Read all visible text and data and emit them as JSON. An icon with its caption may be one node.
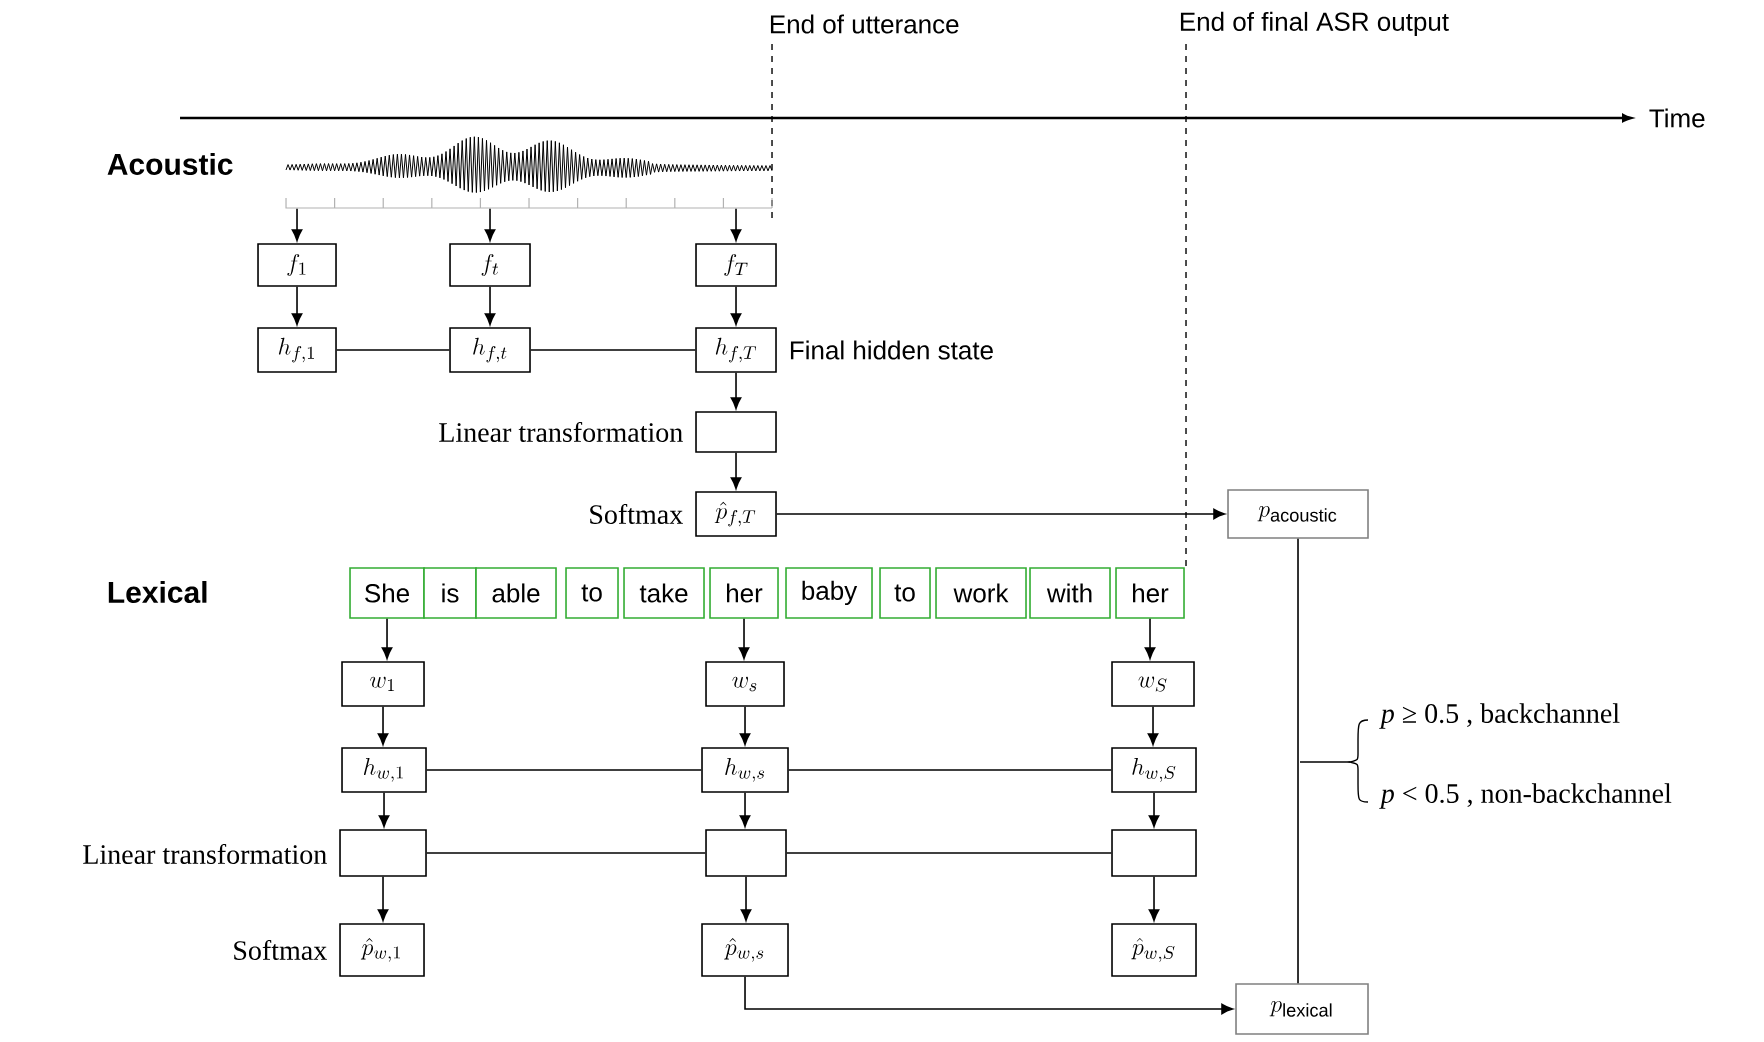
{
  "diagram": {
    "nodes": [
      {
        "text": [],
        "shape": "picture"
      },
      {
        "text": [
          "f_1"
        ]
      },
      {
        "text": [
          "f_t"
        ]
      },
      {
        "text": [
          "f_T"
        ]
      },
      {
        "text": [
          "h_{f,1}"
        ]
      },
      {
        "text": [
          "h_{f,t}"
        ]
      },
      {
        "text": [
          "h_{f,T}"
        ],
        "beside": [
          "Final hidden  state"
        ]
      },
      {
        "text": [],
        "shape": "box",
        "beside": [
          "Linear transformation"
        ]
      },
      {
        "text": [
          "\\hat{p}_{f,T}"
        ],
        "beside": [
          "Softmax"
        ]
      },
      {
        "text": [
          "p_{\\mathrm{acoustic}}"
        ]
      },
      {
        "text": [
          "She"
        ]
      },
      {
        "text": [
          "is"
        ]
      },
      {
        "text": [
          "able"
        ]
      },
      {
        "text": [
          "to"
        ]
      },
      {
        "text": [
          "take"
        ]
      },
      {
        "text": [
          "her"
        ]
      },
      {
        "text": [
          "baby"
        ]
      },
      {
        "text": [
          "to"
        ]
      },
      {
        "text": [
          "work"
        ]
      },
      {
        "text": [
          "with"
        ]
      },
      {
        "text": [
          "her"
        ]
      },
      {
        "text": [
          "w_1"
        ]
      },
      {
        "text": [
          "w_s"
        ]
      },
      {
        "text": [
          "w_S"
        ]
      },
      {
        "text": [
          "h_{w,1}"
        ]
      },
      {
        "text": [
          "h_{w,s}"
        ]
      },
      {
        "text": [
          "h_{w,S}"
        ]
      },
      {
        "text": [],
        "shape": "box",
        "beside": [
          "Linear transformation"
        ]
      },
      {
        "text": [],
        "shape": "box"
      },
      {
        "text": [],
        "shape": "box"
      },
      {
        "text": [
          "\\hat{p}_{w,1}"
        ],
        "beside": [
          "Softmax"
        ]
      },
      {
        "text": [
          "\\hat{p}_{w,s}"
        ]
      },
      {
        "text": [
          "\\hat{p}_{w,S}"
        ]
      },
      {
        "text": [
          "p_{\\mathrm{lexical}}"
        ]
      }
    ],
    "edges": [
      {
        "from": 0,
        "to": 1,
        "arrow": "to"
      },
      {
        "from": 0,
        "to": 2,
        "arrow": "to"
      },
      {
        "from": 0,
        "to": 3,
        "arrow": "to"
      },
      {
        "from": 1,
        "to": 4,
        "arrow": "to"
      },
      {
        "from": 2,
        "to": 5,
        "arrow": "to"
      },
      {
        "from": 3,
        "to": 6,
        "arrow": "to"
      },
      {
        "from": 4,
        "to": 5,
        "arrow": "none"
      },
      {
        "from": 5,
        "to": 6,
        "arrow": "none"
      },
      {
        "from": 6,
        "to": 7,
        "arrow": "to"
      },
      {
        "from": 7,
        "to": 8,
        "arrow": "to"
      },
      {
        "from": 8,
        "to": 9,
        "arrow": "to"
      },
      {
        "from": 10,
        "to": 21,
        "arrow": "to"
      },
      {
        "from": 15,
        "to": 22,
        "arrow": "to"
      },
      {
        "from": 20,
        "to": 23,
        "arrow": "to"
      },
      {
        "from": 21,
        "to": 24,
        "arrow": "to"
      },
      {
        "from": 22,
        "to": 25,
        "arrow": "to"
      },
      {
        "from": 23,
        "to": 26,
        "arrow": "to"
      },
      {
        "from": 24,
        "to": 25,
        "arrow": "none"
      },
      {
        "from": 25,
        "to": 26,
        "arrow": "none"
      },
      {
        "from": 24,
        "to": 27,
        "arrow": "to"
      },
      {
        "from": 25,
        "to": 28,
        "arrow": "to"
      },
      {
        "from": 26,
        "to": 29,
        "arrow": "to"
      },
      {
        "from": 27,
        "to": 28,
        "arrow": "none"
      },
      {
        "from": 28,
        "to": 29,
        "arrow": "none"
      },
      {
        "from": 27,
        "to": 30,
        "arrow": "to"
      },
      {
        "from": 28,
        "to": 31,
        "arrow": "to"
      },
      {
        "from": 29,
        "to": 32,
        "arrow": "to"
      },
      {
        "from": 31,
        "to": 33,
        "arrow": "to"
      },
      {
        "from": 9,
        "to": 33,
        "arrow": "none"
      }
    ],
    "labels": [
      "End of utterance",
      "End of final ASR output",
      "Time",
      "Acoustic",
      "Lexical",
      "*p* ≥ 0.5 , backchannel",
      "*p* < 0.5 , non-backchannel"
    ]
  }
}
